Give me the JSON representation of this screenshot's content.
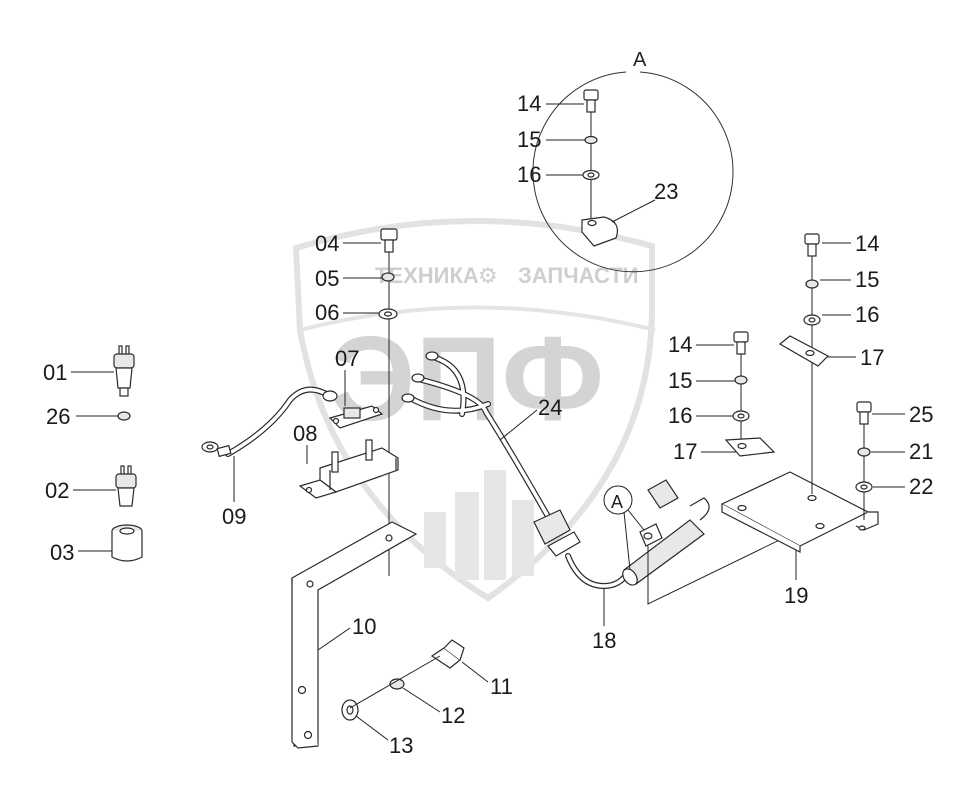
{
  "watermark": {
    "left_text": "ТЕХНИКА",
    "right_text": "ЗАПЧАСТИ",
    "logo_text": "ЭПФ"
  },
  "detail_view": {
    "label": "A"
  },
  "callouts": {
    "c01": "01",
    "c02": "02",
    "c03": "03",
    "c04": "04",
    "c05": "05",
    "c06": "06",
    "c07": "07",
    "c08": "08",
    "c09": "09",
    "c10": "10",
    "c11": "11",
    "c12": "12",
    "c13": "13",
    "c14a": "14",
    "c15a": "15",
    "c16a": "16",
    "c14b": "14",
    "c15b": "15",
    "c16b": "16",
    "c17b": "17",
    "c14c": "14",
    "c15c": "15",
    "c16c": "16",
    "c17c": "17",
    "c18": "18",
    "c19": "19",
    "c21": "21",
    "c22": "22",
    "c23": "23",
    "c24": "24",
    "c25": "25",
    "c26": "26",
    "ref_a": "A"
  }
}
